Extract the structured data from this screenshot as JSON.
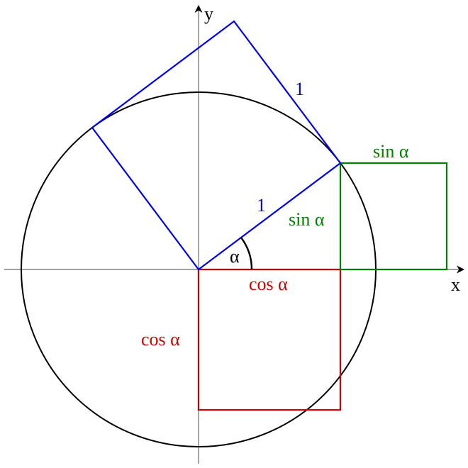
{
  "axes": {
    "x_label": "x",
    "y_label": "y"
  },
  "labels": {
    "hypotenuse": "1",
    "square_side": "1",
    "angle": "α",
    "cos_horizontal": "cos α",
    "cos_vertical": "cos α",
    "sin_vertical": "sin α",
    "sin_top": "sin α"
  },
  "colors": {
    "axis": "#808080",
    "circle": "#000000",
    "blue": "#0000ee",
    "red": "#cc0000",
    "green": "#008000",
    "text_black": "#000000"
  }
}
